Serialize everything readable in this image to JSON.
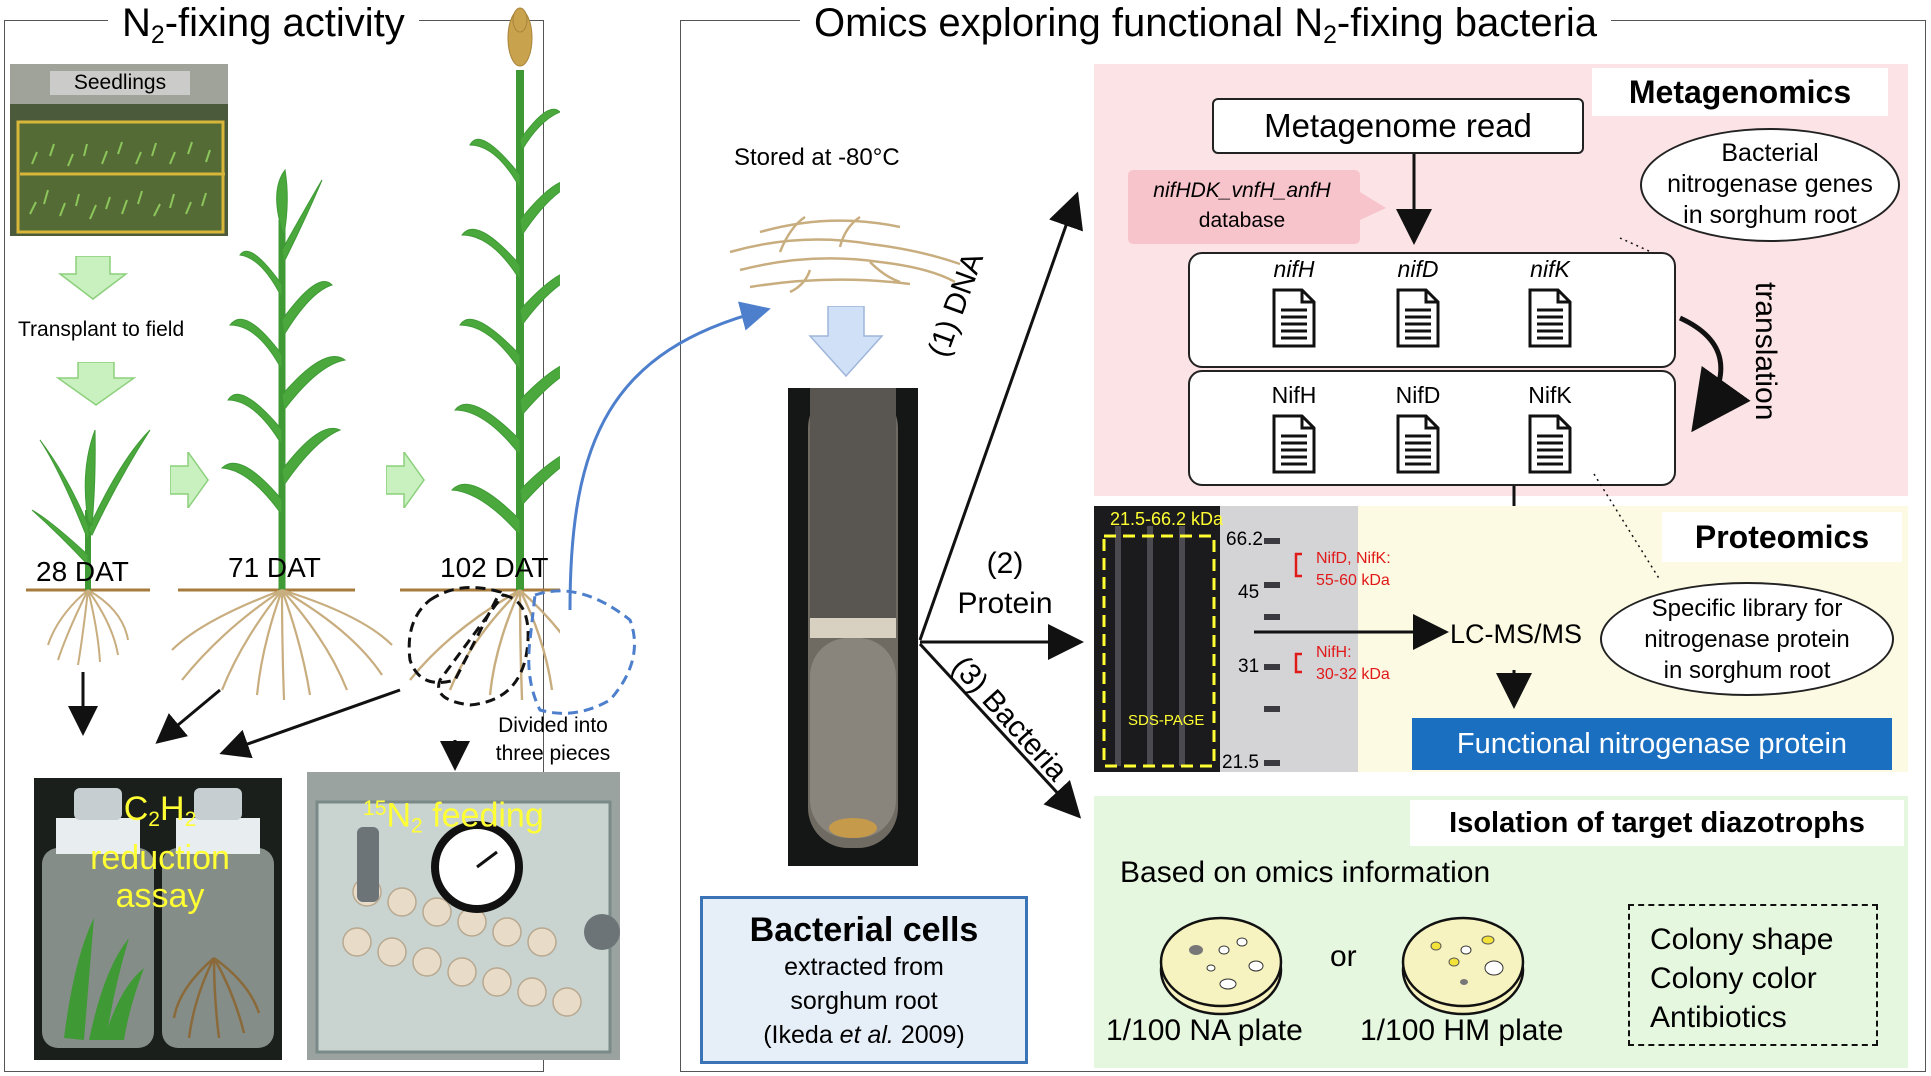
{
  "left": {
    "title_main": "N",
    "title_sub": "2",
    "title_rest": "-fixing activity",
    "seedlings": "Seedlings",
    "transplant": "Transplant to field",
    "stage1": "28 DAT",
    "stage2": "71 DAT",
    "stage3": "102 DAT",
    "divided_line1": "Divided into",
    "divided_line2": "three pieces",
    "assay_c": "C",
    "assay_2a": "2",
    "assay_h": "H",
    "assay_2b": "2",
    "assay_line2": "reduction",
    "assay_line3": "assay",
    "feed_sup": "15",
    "feed_n": "N",
    "feed_sub": "2",
    "feed_rest": " feeding"
  },
  "right": {
    "title_main": "Omics exploring functional N",
    "title_sub": "2",
    "title_rest": "-fixing bacteria",
    "stored": "Stored at -80°C",
    "arrow_dna": "(1) DNA",
    "arrow_protein_num": "(2)",
    "arrow_protein": "Protein",
    "arrow_bacteria": "(3) Bacteria",
    "cells_title": "Bacterial cells",
    "cells_line2": "extracted from",
    "cells_line3": "sorghum root",
    "cells_cite_a": "(Ikeda ",
    "cells_cite_it": "et al.",
    "cells_cite_b": " 2009)"
  },
  "metagenomics": {
    "label": "Metagenomics",
    "read": "Metagenome read",
    "db_italic": "nifHDK_vnfH_anfH",
    "db_word": "database",
    "genes": [
      "nifH",
      "nifD",
      "nifK"
    ],
    "proteins": [
      "NifH",
      "NifD",
      "NifK"
    ],
    "translation": "translation",
    "oval_line1": "Bacterial",
    "oval_line2": "nitrogenase genes",
    "oval_line3": "in sorghum root"
  },
  "proteomics": {
    "label": "Proteomics",
    "gel_range": "21.5-66.2 kDa",
    "gel_name": "SDS-PAGE",
    "markers": [
      "66.2",
      "45",
      "31",
      "21.5"
    ],
    "band1_line1": "NifD, NifK:",
    "band1_line2": "55-60 kDa",
    "band2_line1": "NifH:",
    "band2_line2": "30-32 kDa",
    "lcms": "LC-MS/MS",
    "oval_line1": "Specific library for",
    "oval_line2": "nitrogenase protein",
    "oval_line3": "in sorghum root",
    "result": "Functional nitrogenase protein"
  },
  "isolation": {
    "label": "Isolation of target diazotrophs",
    "based": "Based on omics information",
    "or": "or",
    "plate1": "1/100 NA plate",
    "plate2": "1/100 HM plate",
    "criteria": [
      "Colony shape",
      "Colony color",
      "Antibiotics"
    ]
  },
  "colors": {
    "pink_panel": "#fbe3e6",
    "yellow_panel": "#fcfae3",
    "green_panel": "#e6f7e0",
    "blue_box": "#3a73b8",
    "plant_green": "#3f9a35",
    "root_tan": "#c8ad7f",
    "arrow_blue": "#4d7fcc",
    "label_yellow": "#ffff33",
    "band_red": "#e01919"
  }
}
